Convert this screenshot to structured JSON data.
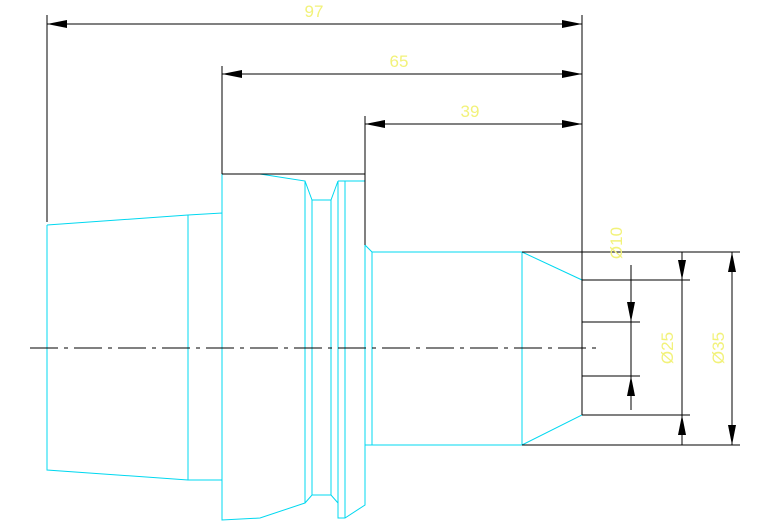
{
  "colors": {
    "background": "#ffffff",
    "outline": "#00d8f0",
    "dimension": "#000000",
    "dimension_text": "#f2f27a",
    "centerline": "#000000"
  },
  "dimensions": {
    "overall_length": "97",
    "middle_length": "65",
    "bore_length": "39",
    "dia_small": "Ø10",
    "dia_mid": "Ø25",
    "dia_large": "Ø35"
  }
}
